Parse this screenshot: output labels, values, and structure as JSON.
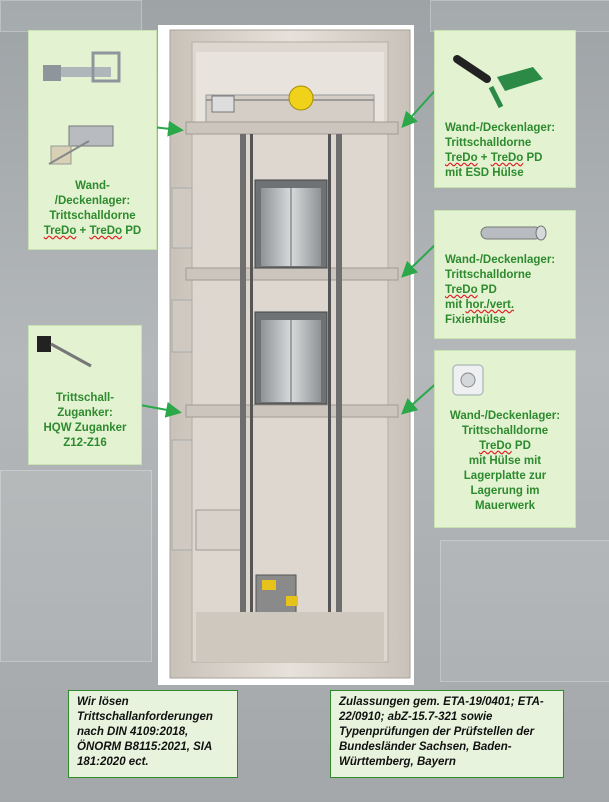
{
  "panels": {
    "top_left": {
      "lines": [
        "Wand-",
        "/Deckenlager:",
        "Trittschalldorne"
      ],
      "line4_a": "TreDo",
      "line4_b": " + ",
      "line4_c": "TreDo",
      "line4_d": " PD"
    },
    "top_right": {
      "line1": "Wand-/Deckenlager:",
      "line2": "Trittschalldorne",
      "line3_a": "TreDo",
      "line3_b": " + ",
      "line3_c": "TreDo",
      "line3_d": " PD",
      "line4": "mit ESD Hülse"
    },
    "mid_right": {
      "line1": "Wand-/Deckenlager:",
      "line2": "Trittschalldorne",
      "line3_a": "TreDo",
      "line3_b": " PD",
      "line4_a": "mit ",
      "line4_b": "hor./vert.",
      "line5": "Fixierhülse"
    },
    "mid_left": {
      "lines": [
        "Trittschall-",
        "Zuganker:",
        "HQW Zuganker",
        "Z12-Z16"
      ]
    },
    "low_right": {
      "line1": "Wand-/Deckenlager:",
      "line2": "Trittschalldorne",
      "line3_a": "TreDo",
      "line3_b": " PD",
      "line4": "mit Hülse mit",
      "line5": "Lagerplatte zur",
      "line6": "Lagerung im",
      "line7": "Mauerwerk"
    }
  },
  "notes": {
    "bottom_left": [
      "Wir lösen",
      "Trittschallanforderungen",
      "nach DIN 4109:2018,",
      "ÖNORM B8115:2021, SIA",
      "181:2020 ect."
    ],
    "bottom_right": [
      "Zulassungen gem. ETA-19/0401; ETA-",
      "22/0910; abZ-15.7-321 sowie",
      "Typenprüfungen der Prüfstellen der",
      "Bundesländer Sachsen, Baden-",
      "Württemberg, Bayern"
    ]
  },
  "colors": {
    "panel_bg": "#e3f3d2",
    "text_green": "#2e8a2e",
    "arrow_green": "#2aa84a",
    "note_border": "#2e8b2e"
  },
  "icons": [
    "bracket-icon",
    "sleeve-icon",
    "dowel-icon",
    "tube-icon",
    "anchor-icon",
    "cap-icon",
    "elevator-cabin-icon",
    "elevator-motor-icon"
  ]
}
